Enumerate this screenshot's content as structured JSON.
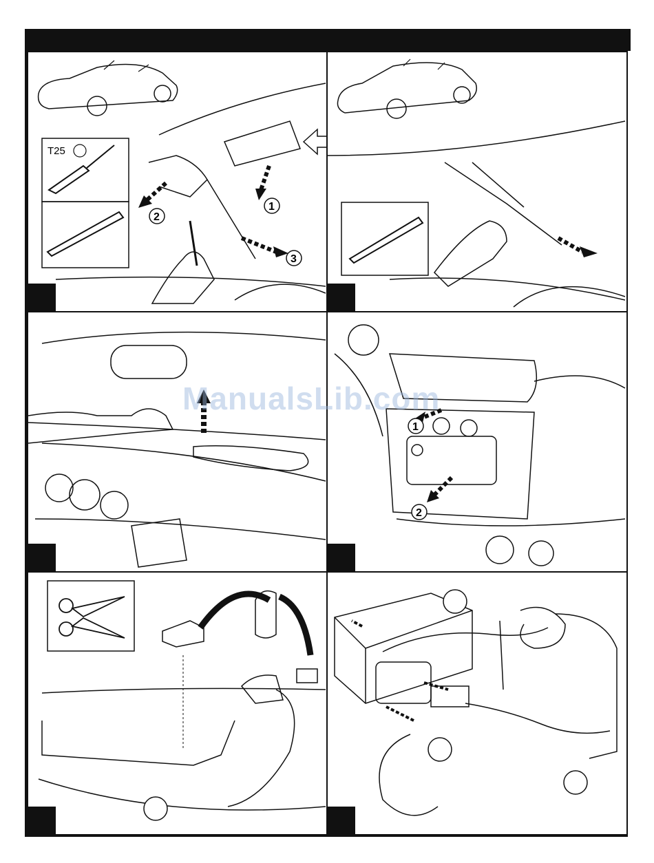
{
  "page": {
    "watermark": "ManualsLib.com"
  },
  "panels": [
    {
      "id": "panel-1",
      "tool_label": "T25",
      "callouts": [
        "1",
        "2",
        "3"
      ]
    },
    {
      "id": "panel-2",
      "callouts": []
    },
    {
      "id": "panel-3",
      "callouts": []
    },
    {
      "id": "panel-4",
      "callouts": [
        "1",
        "2"
      ]
    },
    {
      "id": "panel-5",
      "callouts": [
        ""
      ]
    },
    {
      "id": "panel-6",
      "callouts": [
        "",
        "",
        ""
      ]
    }
  ],
  "colors": {
    "line": "#111111",
    "watermark": "#96b4dc"
  }
}
